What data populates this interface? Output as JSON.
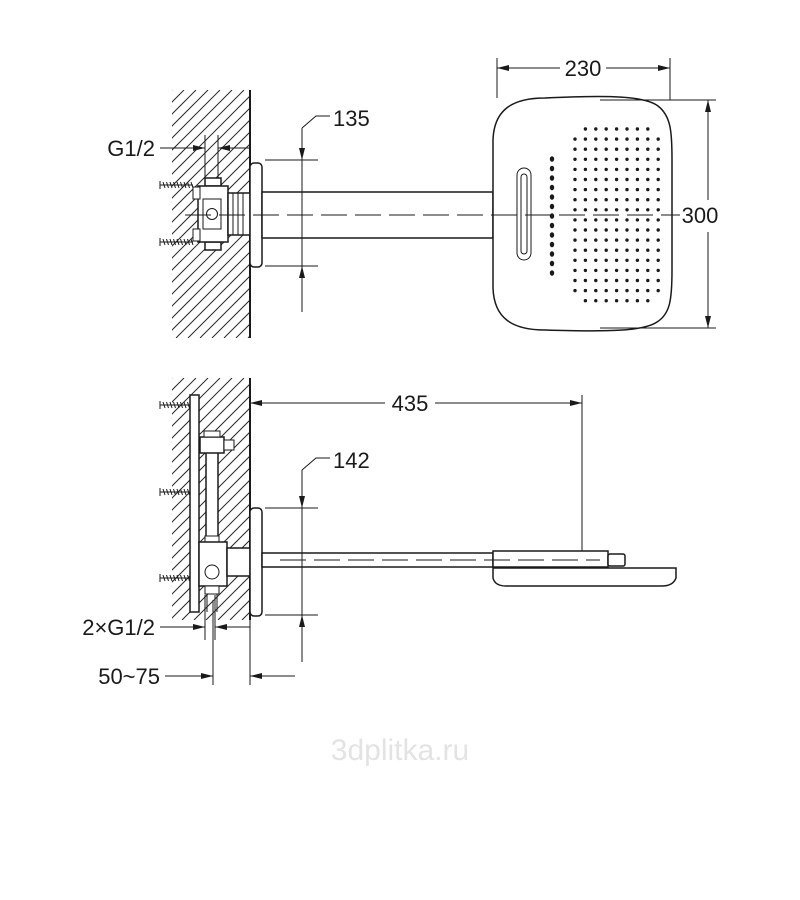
{
  "dimensions": {
    "head_width": "230",
    "head_height": "300",
    "plate_height_top": "135",
    "thread_top": "G1/2",
    "arm_length": "435",
    "plate_height_side": "142",
    "thread_side": "2×G1/2",
    "wall_depth": "50~75"
  },
  "watermark": "3dplitka.ru",
  "colors": {
    "line": "#1a1a1a",
    "watermark": "#e3e3e3",
    "background": "#ffffff"
  }
}
